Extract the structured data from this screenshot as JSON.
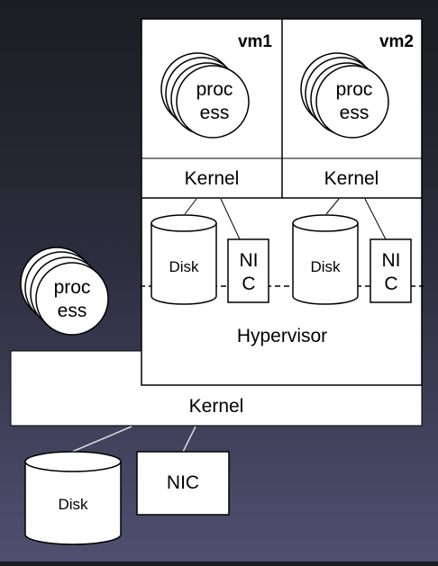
{
  "vm1": {
    "name": "vm1",
    "process_line1": "proc",
    "process_line2": "ess",
    "kernel": "Kernel",
    "disk": "Disk",
    "nic_line1": "NI",
    "nic_line2": "C"
  },
  "vm2": {
    "name": "vm2",
    "process_line1": "proc",
    "process_line2": "ess",
    "kernel": "Kernel",
    "disk": "Disk",
    "nic_line1": "NI",
    "nic_line2": "C"
  },
  "hypervisor": {
    "label": "Hypervisor"
  },
  "host": {
    "process_line1": "proc",
    "process_line2": "ess",
    "kernel": "Kernel",
    "disk": "Disk",
    "nic": "NIC"
  },
  "colors": {
    "box_fill": "#ffffff",
    "stroke": "#000000",
    "link": "#dddddd"
  }
}
